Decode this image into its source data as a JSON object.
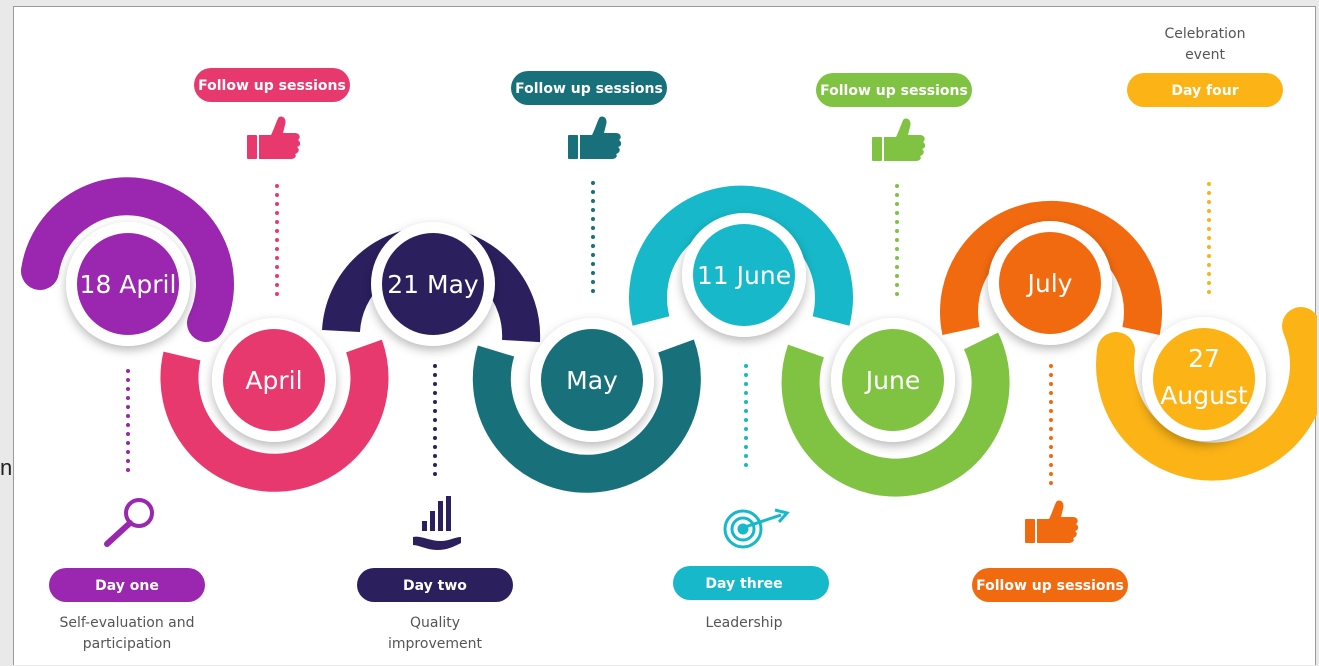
{
  "edge_glyph": "n",
  "colors": {
    "purple": "#9b26af",
    "pink": "#e8396e",
    "navy": "#2b1f5e",
    "teal": "#17707a",
    "cyan": "#16b8c9",
    "green": "#80c242",
    "orange": "#f26a10",
    "yellow": "#fbb316"
  },
  "timeline": {
    "nodes": [
      {
        "label": "18 April",
        "color": "purple"
      },
      {
        "label": "April",
        "color": "pink"
      },
      {
        "label": "21 May",
        "color": "navy"
      },
      {
        "label": "May",
        "color": "teal"
      },
      {
        "label": "11 June",
        "color": "cyan"
      },
      {
        "label": "June",
        "color": "green"
      },
      {
        "label": "July",
        "color": "orange"
      },
      {
        "label_line1": "27",
        "label_line2": "August",
        "color": "yellow"
      }
    ],
    "top_pills": [
      {
        "label": "Follow up sessions",
        "icon": "thumbs-up-icon",
        "color": "pink"
      },
      {
        "label": "Follow up sessions",
        "icon": "thumbs-up-icon",
        "color": "teal"
      },
      {
        "label": "Follow up sessions",
        "icon": "thumbs-up-icon",
        "color": "green"
      },
      {
        "label": "Day four",
        "color": "yellow",
        "caption_line1": "Celebration",
        "caption_line2": "event"
      }
    ],
    "bottom_pills": [
      {
        "label": "Day one",
        "icon": "magnifier-icon",
        "color": "purple",
        "caption_line1": "Self-evaluation and",
        "caption_line2": "participation"
      },
      {
        "label": "Day two",
        "icon": "chart-hand-icon",
        "color": "navy",
        "caption_line1": "Quality",
        "caption_line2": "improvement"
      },
      {
        "label": "Day three",
        "icon": "target-icon",
        "color": "cyan",
        "caption_line1": "Leadership"
      },
      {
        "label": "Follow up sessions",
        "icon": "thumbs-up-icon",
        "color": "orange"
      }
    ]
  }
}
